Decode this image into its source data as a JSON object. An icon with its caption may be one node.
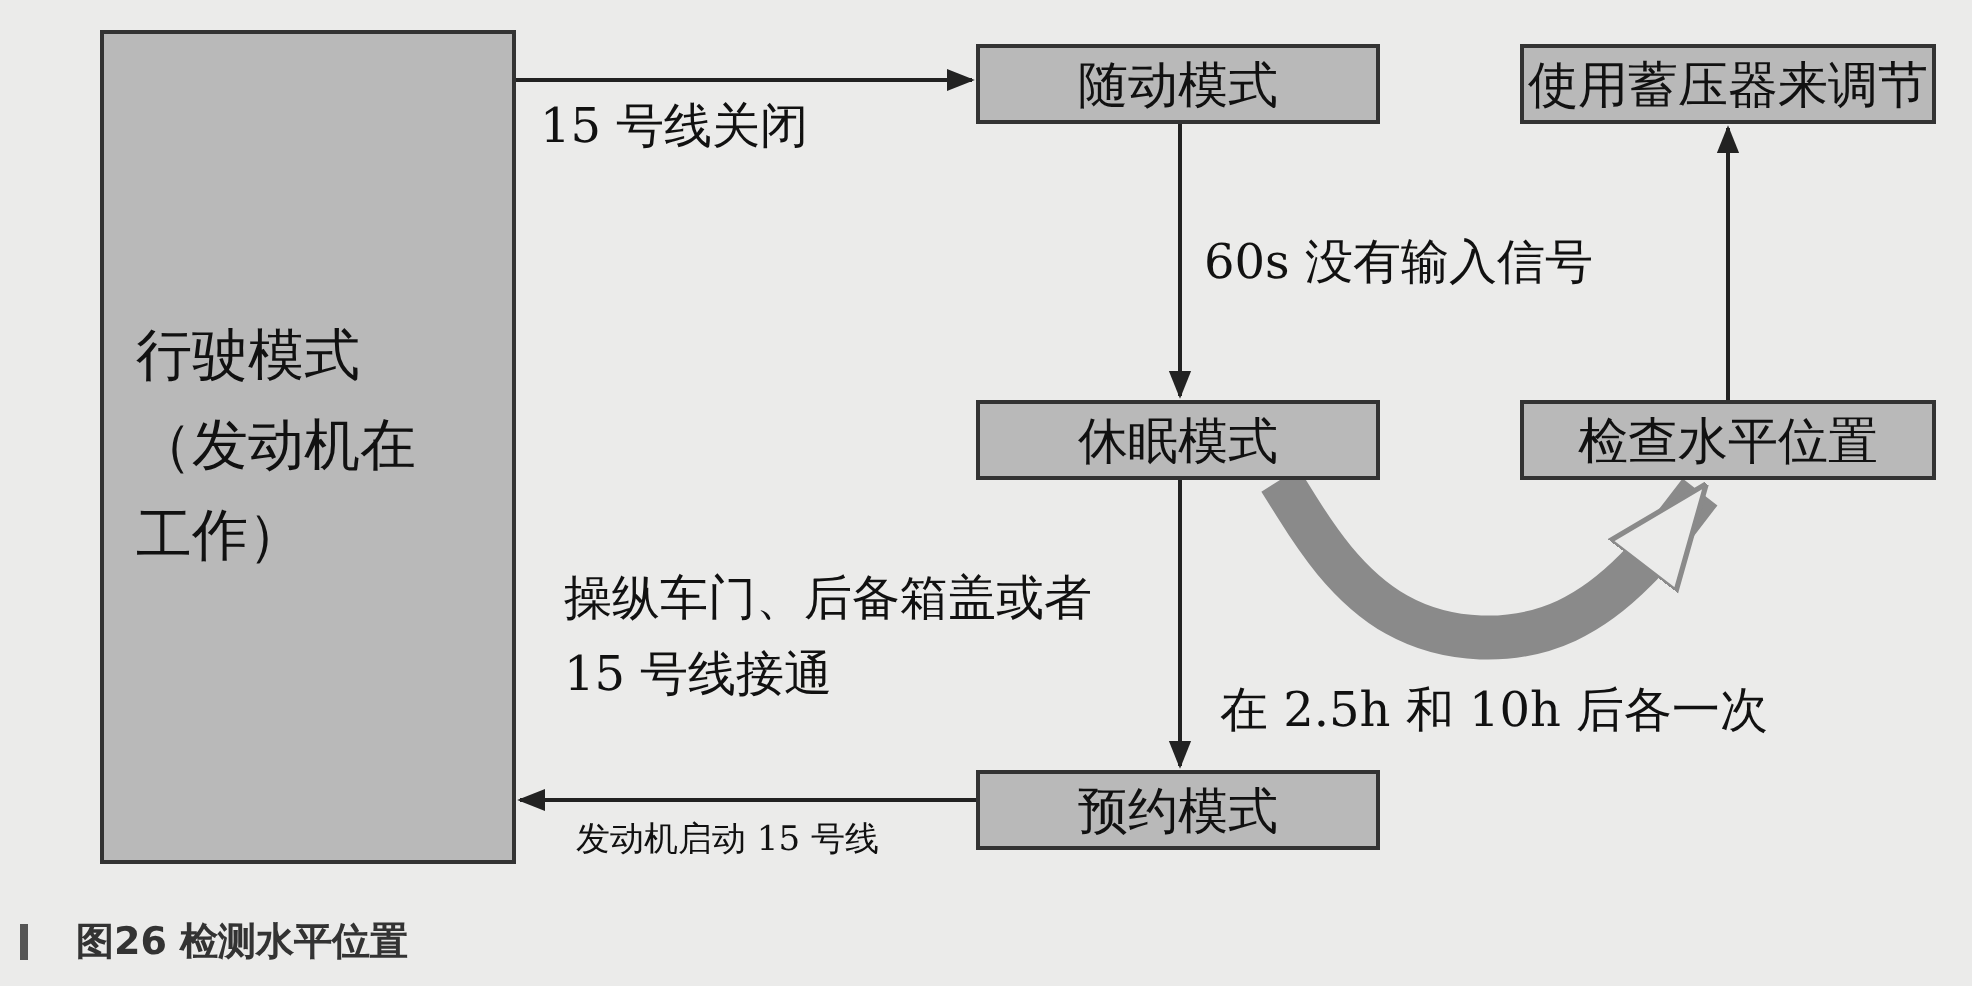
{
  "diagram": {
    "caption": "图26 检测水平位置",
    "nodes": [
      {
        "text": [
          "行驶模式（发动机在工作）"
        ]
      },
      {
        "text": [
          "随动模式"
        ]
      },
      {
        "text": [
          "休眠模式"
        ]
      },
      {
        "text": [
          "预约模式"
        ]
      },
      {
        "text": [
          "使用蓄压器来调节"
        ]
      },
      {
        "text": [
          "检查水平位置"
        ]
      }
    ],
    "edges": [
      {
        "from": 0,
        "to": 1,
        "arrow": "to",
        "label": "15 号线关闭"
      },
      {
        "from": 1,
        "to": 2,
        "arrow": "to",
        "label": "60s 没有输入信号"
      },
      {
        "from": 2,
        "to": 3,
        "arrow": "to",
        "label": "操纵车门、后备箱盖或者 15 号线接通"
      },
      {
        "from": 3,
        "to": 0,
        "arrow": "to",
        "label": "发动机启动 15 号线"
      },
      {
        "from": 2,
        "to": 5,
        "arrow": "to",
        "label": "在 2.5h 和 10h 后各一次",
        "style": "thick",
        "color": "#8a8a8a"
      },
      {
        "from": 5,
        "to": 4,
        "arrow": "to"
      }
    ]
  }
}
